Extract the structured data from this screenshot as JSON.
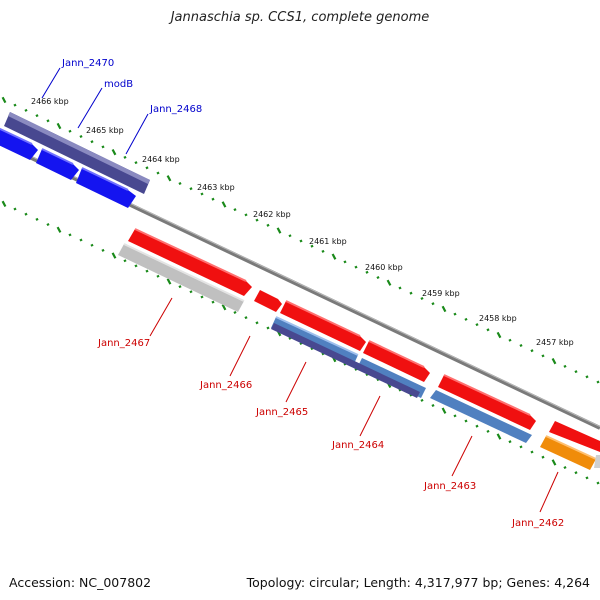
{
  "title": "Jannaschia sp. CCS1, complete genome",
  "accession": "Accession: NC_007802",
  "topology": "Topology: circular; Length: 4,317,977 bp; Genes: 4,264",
  "colors": {
    "backbone": "#808080",
    "tick": "#1a8a1a",
    "blue_gene": "#1414f0",
    "navy_gene": "#484890",
    "red_gene": "#f01010",
    "grey_gene": "#c0c0c0",
    "steel_gene": "#5080c0",
    "orange_gene": "#f08c0a",
    "label_blue": "#0000cc",
    "label_red": "#cc0000"
  },
  "kbp_labels": [
    "2466 kbp",
    "2465 kbp",
    "2464 kbp",
    "2463 kbp",
    "2462 kbp",
    "2461 kbp",
    "2460 kbp",
    "2459 kbp",
    "2458 kbp",
    "2457 kbp"
  ],
  "genes_top": [
    "Jann_2470",
    "modB",
    "Jann_2468"
  ],
  "genes_bottom": [
    "Jann_2467",
    "Jann_2466",
    "Jann_2465",
    "Jann_2464",
    "Jann_2463",
    "Jann_2462"
  ]
}
